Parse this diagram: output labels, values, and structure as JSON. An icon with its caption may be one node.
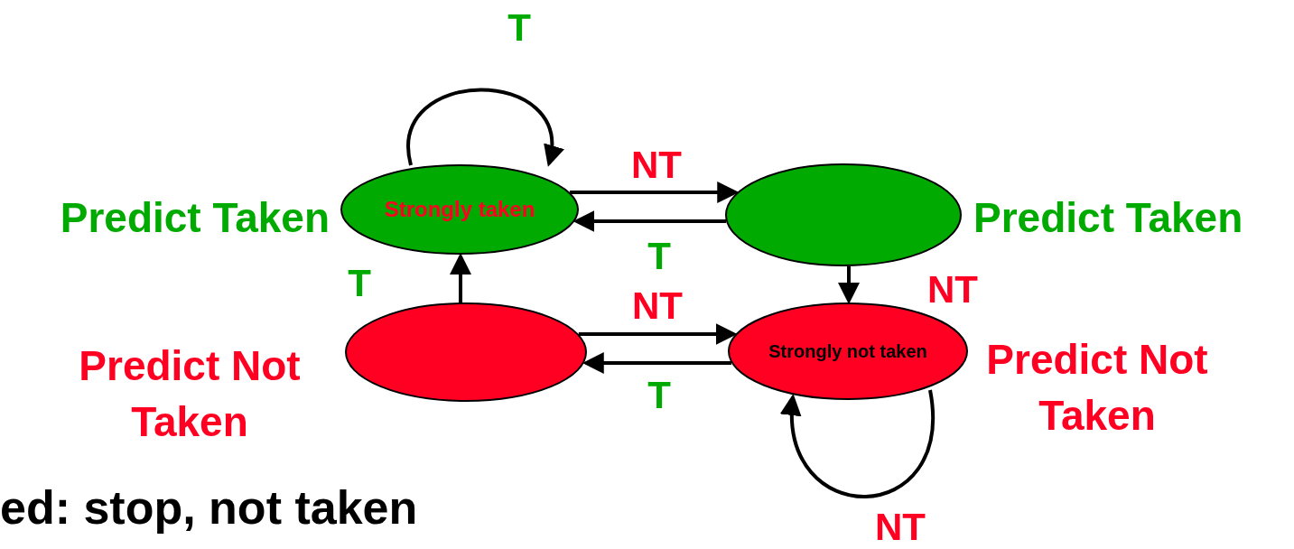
{
  "diagram": {
    "nodes": [
      {
        "text": [
          "Strongly taken"
        ],
        "beside": [
          "Predict Taken"
        ]
      },
      {
        "text": [],
        "shape": "ellipse",
        "beside": [
          "Predict Taken"
        ]
      },
      {
        "text": [],
        "shape": "ellipse",
        "beside": [
          "Predict Not Taken"
        ]
      },
      {
        "text": [
          "Strongly not taken"
        ],
        "beside": [
          "Predict Not Taken"
        ]
      }
    ],
    "edges": [
      {
        "from": 0,
        "to": 0,
        "arrow": "to",
        "label": "T"
      },
      {
        "from": 0,
        "to": 1,
        "arrow": "to",
        "label": "NT"
      },
      {
        "from": 1,
        "to": 0,
        "arrow": "to",
        "label": "T"
      },
      {
        "from": 2,
        "to": 0,
        "arrow": "to",
        "label": "T"
      },
      {
        "from": 1,
        "to": 3,
        "arrow": "to",
        "label": "NT"
      },
      {
        "from": 2,
        "to": 3,
        "arrow": "to",
        "label": "NT"
      },
      {
        "from": 3,
        "to": 2,
        "arrow": "to",
        "label": "T"
      },
      {
        "from": 3,
        "to": 3,
        "arrow": "to",
        "label": "NT"
      }
    ],
    "labels": [
      "ed: stop, not taken"
    ]
  }
}
